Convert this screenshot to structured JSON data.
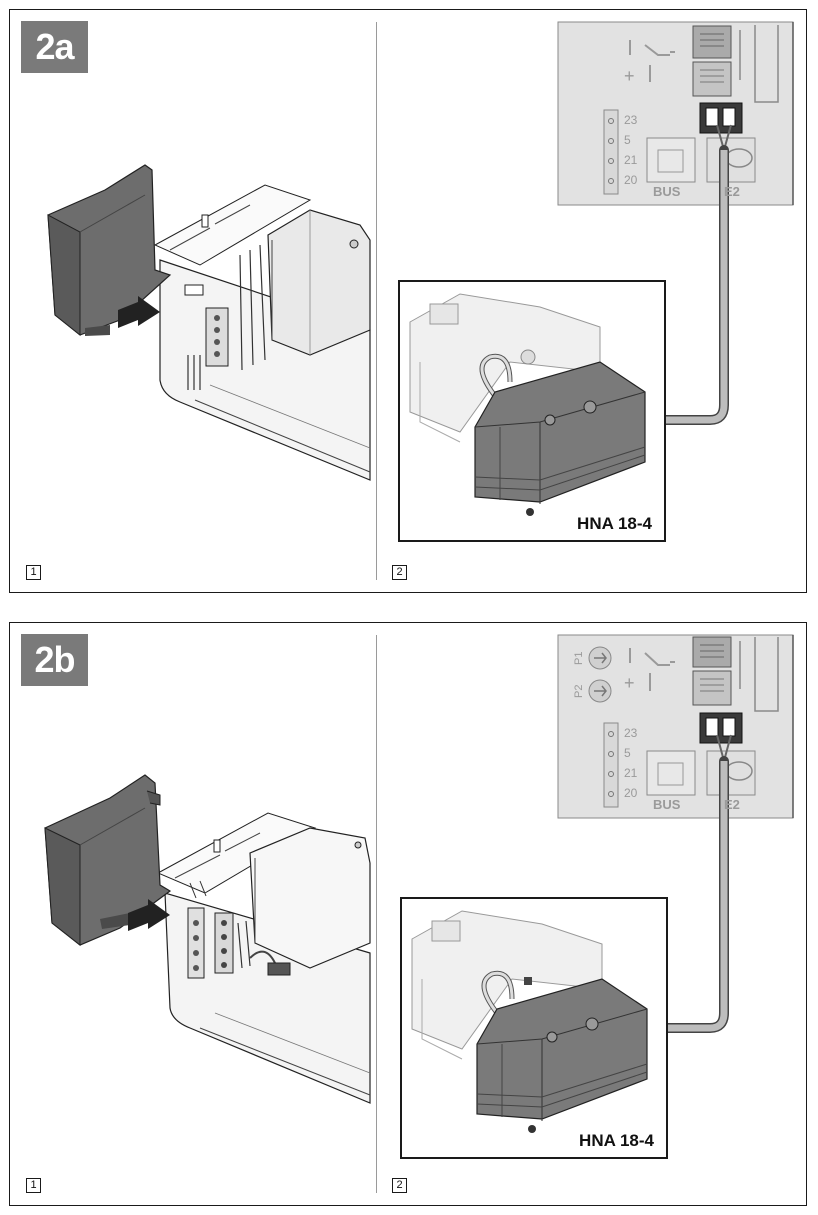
{
  "figures": [
    {
      "tag": "2a",
      "steps": [
        "1",
        "2"
      ],
      "pcb": {
        "pins": [
          "23",
          "5",
          "21",
          "20"
        ],
        "bus_label": "BUS",
        "e2_label": "E2"
      },
      "device_label": "HNA 18-4"
    },
    {
      "tag": "2b",
      "steps": [
        "1",
        "2"
      ],
      "pcb": {
        "pins": [
          "23",
          "5",
          "21",
          "20"
        ],
        "bus_label": "BUS",
        "e2_label": "E2",
        "pot_labels": [
          "P1",
          "P2"
        ]
      },
      "device_label": "HNA 18-4"
    }
  ]
}
